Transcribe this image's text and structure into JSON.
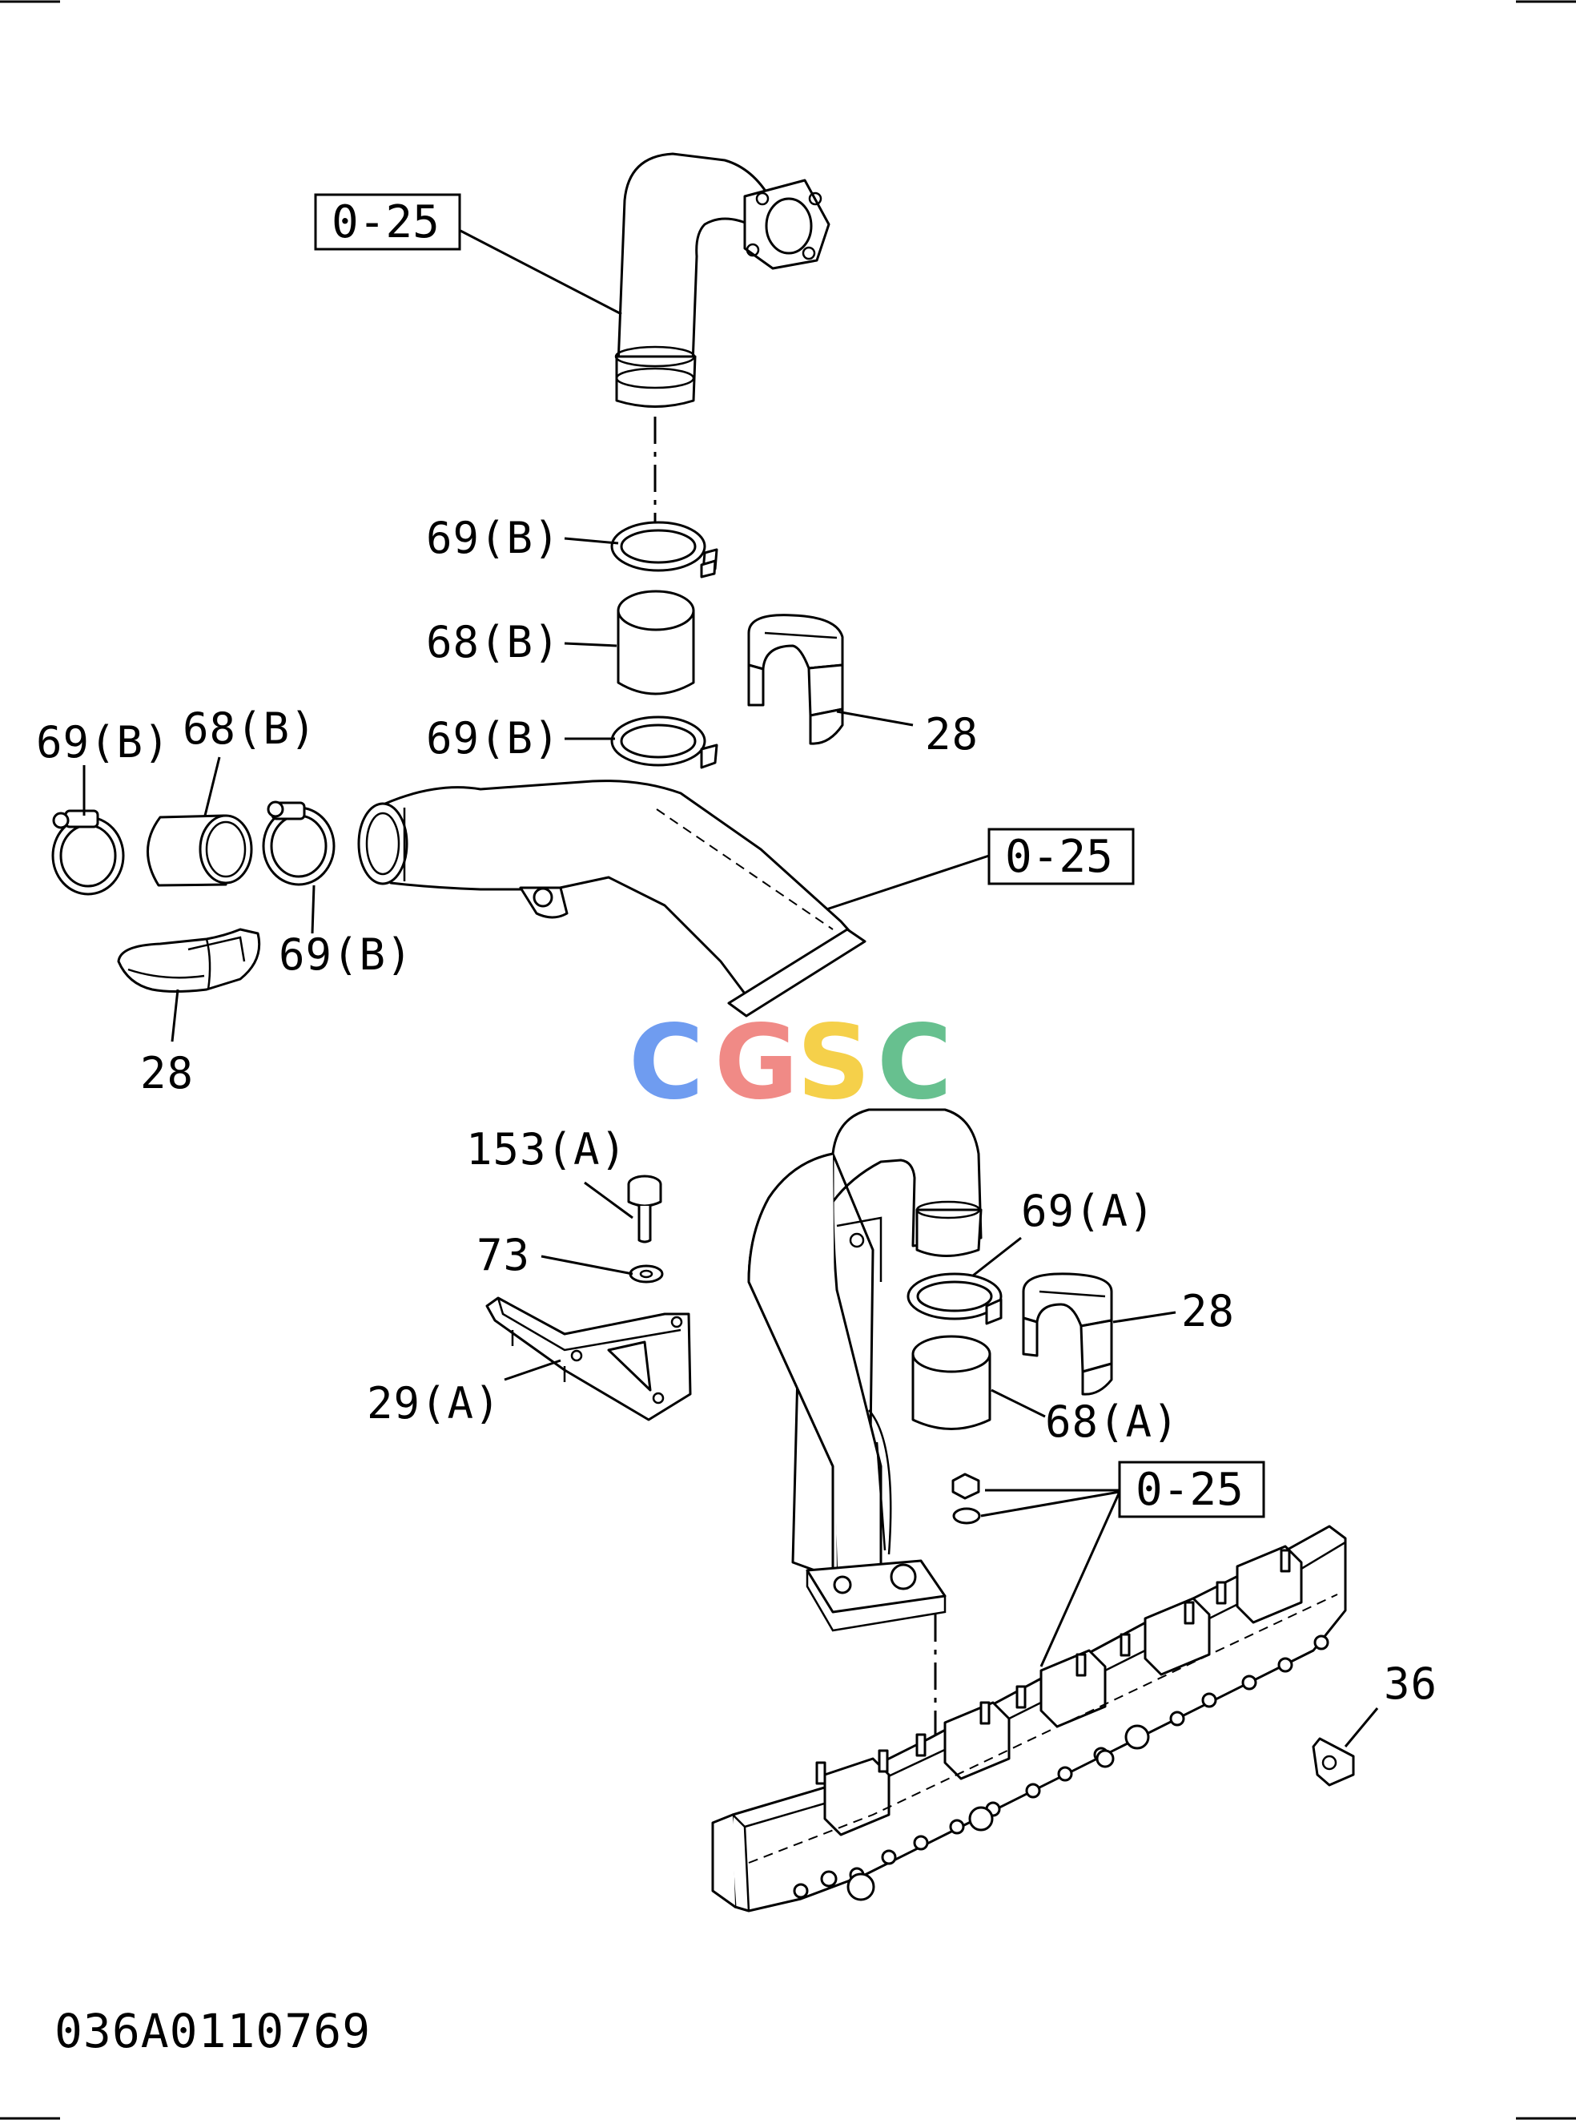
{
  "drawing": {
    "drawing_number": "036A0110769",
    "watermark": {
      "letters": [
        "C",
        "G",
        "S",
        "C"
      ],
      "colors": [
        "#6f9cf0",
        "#f08a86",
        "#f5d04a",
        "#67c08f"
      ]
    }
  },
  "callouts": {
    "ref_top": "0-25",
    "clamp_top": "69(B)",
    "hose_top": "68(B)",
    "clamp_mid": "69(B)",
    "cover_top": "28",
    "clamp_left": "69(B)",
    "hose_left": "68(B)",
    "clamp_left2": "69(B)",
    "cover_left": "28",
    "ref_mid": "0-25",
    "bolt": "153(A)",
    "washer": "73",
    "bracket": "29(A)",
    "clamp_low": "69(A)",
    "cover_low": "28",
    "hose_low": "68(A)",
    "ref_low": "0-25",
    "clip": "36"
  }
}
